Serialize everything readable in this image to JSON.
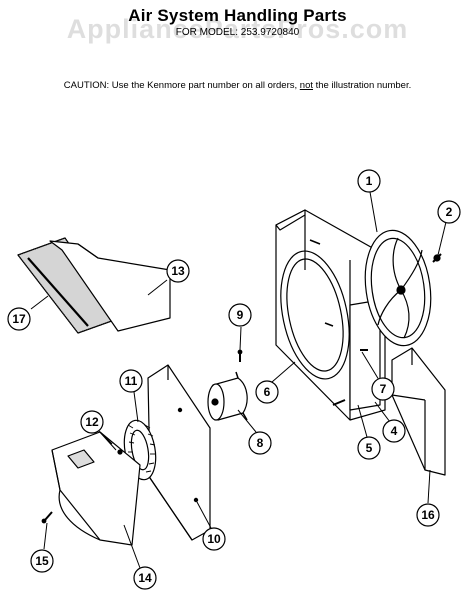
{
  "header": {
    "title": "Air System Handling Parts",
    "model_line": "FOR MODEL: 253.9720840",
    "watermark": "AppliancePartsPros.com",
    "caution_prefix": "CAUTION:  Use the Kenmore part number on all orders, ",
    "caution_emphasis": "not",
    "caution_suffix": " the illustration number."
  },
  "callouts": [
    {
      "id": "c1",
      "label": "1"
    },
    {
      "id": "c2",
      "label": "2"
    },
    {
      "id": "c4",
      "label": "4"
    },
    {
      "id": "c5",
      "label": "5"
    },
    {
      "id": "c6",
      "label": "6"
    },
    {
      "id": "c7",
      "label": "7"
    },
    {
      "id": "c8",
      "label": "8"
    },
    {
      "id": "c9",
      "label": "9"
    },
    {
      "id": "c10",
      "label": "10"
    },
    {
      "id": "c11",
      "label": "11"
    },
    {
      "id": "c12",
      "label": "12"
    },
    {
      "id": "c13",
      "label": "13"
    },
    {
      "id": "c14",
      "label": "14"
    },
    {
      "id": "c15",
      "label": "15"
    },
    {
      "id": "c16",
      "label": "16"
    },
    {
      "id": "c17",
      "label": "17"
    }
  ]
}
